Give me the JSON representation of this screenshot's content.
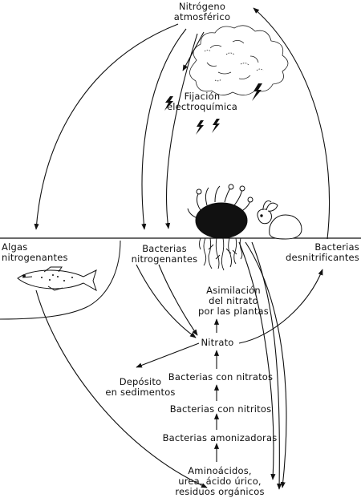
{
  "diagram": {
    "nitrogen_atmospheric": "Nitrógeno\natmosférico",
    "electrochemical_fixation": "Fijación\nelectroquímica",
    "nitrogen_fixing_algae": "Algas\nnitrogenantes",
    "nitrogen_fixing_bacteria": "Bacterias\nnitrogenantes",
    "denitrifying_bacteria": "Bacterias\ndesnitrificantes",
    "plant_nitrate_assimilation": "Asimilación\ndel nitrato\npor las plantas",
    "nitrate": "Nitrato",
    "sediment_deposit": "Depósito\nen sedimentos",
    "nitrate_bacteria": "Bacterias con nitratos",
    "nitrite_bacteria": "Bacterias con nitritos",
    "ammonifying_bacteria": "Bacterias amonizadoras",
    "organic_compounds": "Aminoácidos,\nurea, ácido úrico,\nresiduos orgánicos"
  }
}
